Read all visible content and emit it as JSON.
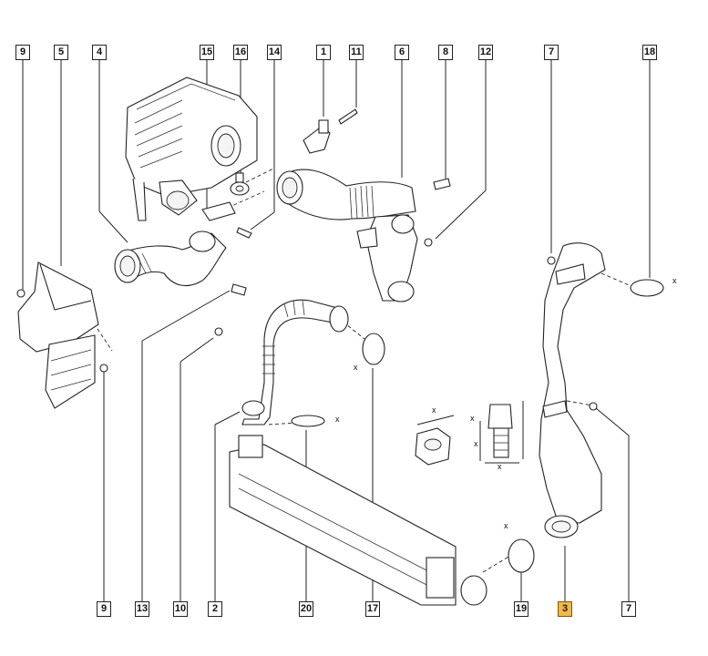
{
  "diagram": {
    "callouts": [
      {
        "id": "c9a",
        "text": "9",
        "highlight": false
      },
      {
        "id": "c5",
        "text": "5",
        "highlight": false
      },
      {
        "id": "c4",
        "text": "4",
        "highlight": false
      },
      {
        "id": "c15",
        "text": "15",
        "highlight": false
      },
      {
        "id": "c16",
        "text": "16",
        "highlight": false
      },
      {
        "id": "c14",
        "text": "14",
        "highlight": false
      },
      {
        "id": "c1",
        "text": "1",
        "highlight": false
      },
      {
        "id": "c11",
        "text": "11",
        "highlight": false
      },
      {
        "id": "c6",
        "text": "6",
        "highlight": false
      },
      {
        "id": "c8",
        "text": "8",
        "highlight": false
      },
      {
        "id": "c12",
        "text": "12",
        "highlight": false
      },
      {
        "id": "c7a",
        "text": "7",
        "highlight": false
      },
      {
        "id": "c18",
        "text": "18",
        "highlight": false
      },
      {
        "id": "c9b",
        "text": "9",
        "highlight": false
      },
      {
        "id": "c13",
        "text": "13",
        "highlight": false
      },
      {
        "id": "c10",
        "text": "10",
        "highlight": false
      },
      {
        "id": "c2",
        "text": "2",
        "highlight": false
      },
      {
        "id": "c20",
        "text": "20",
        "highlight": false
      },
      {
        "id": "c17",
        "text": "17",
        "highlight": false
      },
      {
        "id": "c19",
        "text": "19",
        "highlight": false
      },
      {
        "id": "c3",
        "text": "3",
        "highlight": true
      },
      {
        "id": "c7b",
        "text": "7",
        "highlight": false
      }
    ],
    "dimension_marks": [
      "x",
      "x",
      "x",
      "x",
      "x",
      "x",
      "x",
      "x"
    ],
    "colors": {
      "line": "#222222",
      "highlight_fill": "#f2b84b",
      "background": "#ffffff"
    }
  }
}
